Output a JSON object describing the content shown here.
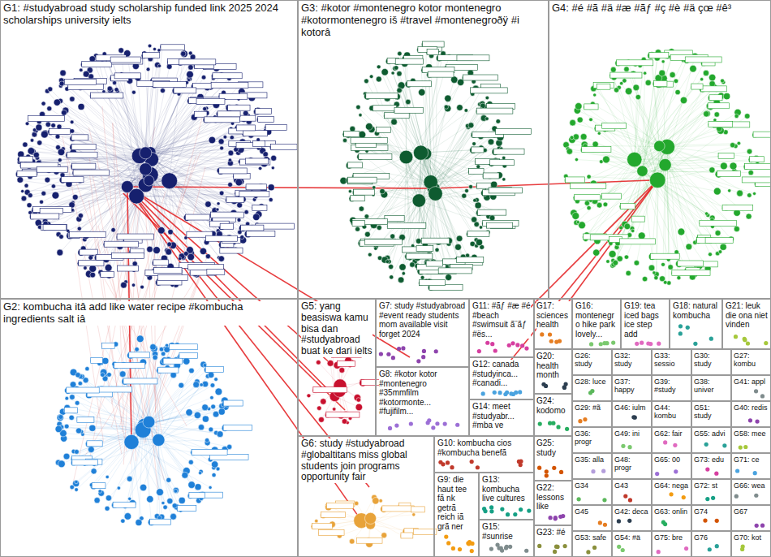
{
  "diagram": {
    "nodes": [
      {
        "text": [
          "G1: #studyabroad study scholarship funded link 2025 2024 scholarships university ielts"
        ]
      },
      {
        "text": [
          "G3: #kotor #montenegro kotor montenegro #kotormontenegro iš #travel #montenegroðÿ #i kotorâ"
        ]
      },
      {
        "text": [
          "G4: #é #ã #ä #æ #ãƒ #ç #è #ä çœ #ê³"
        ]
      },
      {
        "text": [
          "G2: kombucha itâ add like water recipe #kombucha ingredients salt iâ"
        ]
      },
      {
        "text": [
          "G5: yang beasiswa kamu bisa dan #studyabroad buat ke dari ielts"
        ]
      },
      {
        "text": [
          "G6: study #studyabroad #globaltitans miss global students join programs opportunity fair"
        ]
      },
      {
        "text": [
          "G7: study #studyabroad #event ready students mom available visit forget 2024"
        ]
      },
      {
        "text": [
          "G8: #kotor kotor #montenegro #35mmfilm #kotormonte... #fujifilm..."
        ]
      },
      {
        "text": [
          "G11: #ãƒ #æ #é #beach #swimsuit ã¨ãƒ #ës..."
        ]
      },
      {
        "text": [
          "G12: canada #studyinca... #canadi..."
        ]
      },
      {
        "text": [
          "G14: meet #studyabr... #mba ve"
        ]
      },
      {
        "text": [
          "G10: kombucha cios #kombucha benefã"
        ]
      },
      {
        "text": [
          "G9: die haut tee fã nk getrã reich iã grã ner"
        ]
      },
      {
        "text": [
          "G13: kombucha live cultures"
        ]
      },
      {
        "text": [
          "G15: #sunrise"
        ]
      },
      {
        "text": [
          "G17: sciences health"
        ]
      },
      {
        "text": [
          "G20: health month"
        ]
      },
      {
        "text": [
          "G24: kodomo"
        ]
      },
      {
        "text": [
          "G25: study"
        ]
      },
      {
        "text": [
          "G22: lessons like"
        ]
      },
      {
        "text": [
          "G23: #é"
        ]
      },
      {
        "text": [
          "G16: montenegro hike park lovely..."
        ]
      },
      {
        "text": [
          "G19: tea iced bags ice step add"
        ]
      },
      {
        "text": [
          "G18: natural kombucha"
        ]
      },
      {
        "text": [
          "G21: leuk die ona niet vinden"
        ]
      },
      {
        "text": [
          "G26: study"
        ]
      },
      {
        "text": [
          "G32: study"
        ]
      },
      {
        "text": [
          "G33: sessio"
        ]
      },
      {
        "text": [
          "G30: study"
        ]
      },
      {
        "text": [
          "G27: kombu"
        ]
      },
      {
        "text": [
          "G28: luce"
        ]
      },
      {
        "text": [
          "G37: happy"
        ]
      },
      {
        "text": [
          "G39: #study"
        ]
      },
      {
        "text": [
          "G38: univer"
        ]
      },
      {
        "text": [
          "G41: appl"
        ]
      },
      {
        "text": [
          "G29: #ã"
        ]
      },
      {
        "text": [
          "G46: iulm"
        ]
      },
      {
        "text": [
          "G44: kombu"
        ]
      },
      {
        "text": [
          "G51: study"
        ]
      },
      {
        "text": [
          "G40: redis"
        ]
      },
      {
        "text": [
          "G36: progr"
        ]
      },
      {
        "text": [
          "G49: ini"
        ]
      },
      {
        "text": [
          "G62: fair"
        ]
      },
      {
        "text": [
          "G55: advi"
        ]
      },
      {
        "text": [
          "G58: mee"
        ]
      },
      {
        "text": [
          "G35: alla"
        ]
      },
      {
        "text": [
          "G48: progr"
        ]
      },
      {
        "text": [
          "G65: 00"
        ]
      },
      {
        "text": [
          "G73: edu"
        ]
      },
      {
        "text": [
          "G71: ce"
        ]
      },
      {
        "text": [
          "G34"
        ]
      },
      {
        "text": [
          "G43"
        ]
      },
      {
        "text": [
          "G64: nega"
        ]
      },
      {
        "text": [
          "G72: st"
        ]
      },
      {
        "text": [
          "G66: wea"
        ]
      },
      {
        "text": [
          "G45"
        ]
      },
      {
        "text": [
          "G42: deca"
        ]
      },
      {
        "text": [
          "G63: onlin"
        ]
      },
      {
        "text": [
          "G74"
        ]
      },
      {
        "text": [
          "G67"
        ]
      },
      {
        "text": [
          "G53: safe"
        ]
      },
      {
        "text": [
          "G54: #ä"
        ]
      },
      {
        "text": [
          "G75: bre"
        ]
      },
      {
        "text": [
          "G76"
        ]
      },
      {
        "text": [
          "G70: kot"
        ]
      }
    ]
  }
}
